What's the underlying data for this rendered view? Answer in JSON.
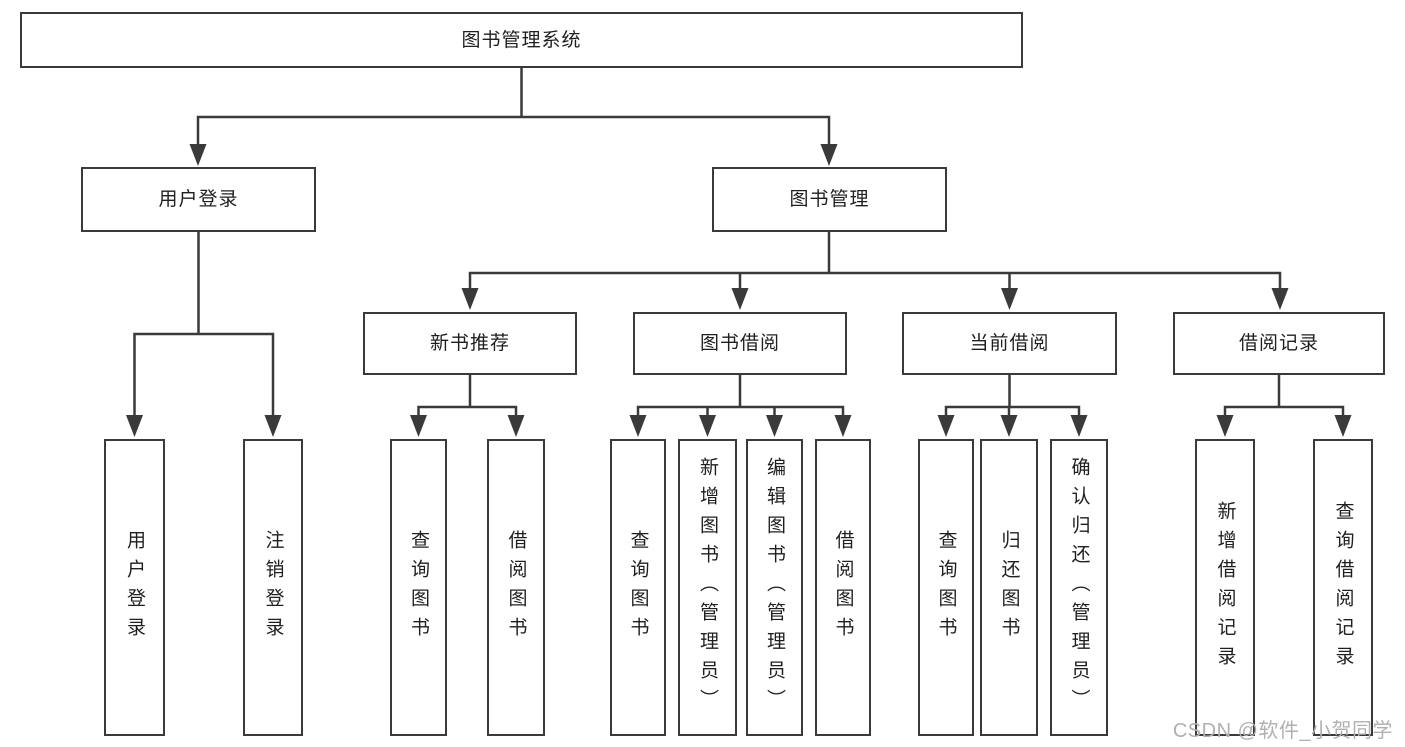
{
  "diagram": {
    "title": "图书管理系统",
    "colors": {
      "line": "#3a3a3a",
      "box_border": "#3a3a3a",
      "box_fill": "#ffffff",
      "text": "#1f1f1f",
      "background": "#ffffff",
      "watermark": "#b0b0b0"
    },
    "nodes": {
      "root": "图书管理系统",
      "user_login": "用户登录",
      "book_management": "图书管理",
      "new_book_recommend": "新书推荐",
      "book_borrowing": "图书借阅",
      "current_borrowing": "当前借阅",
      "borrowing_records": "借阅记录",
      "user_login_leaf": "用户登录",
      "logout": "注销登录",
      "query_books_recommend": "查询图书",
      "borrow_books_recommend": "借阅图书",
      "query_books_borrowing": "查询图书",
      "add_books_admin": "新增图书（管理员）",
      "edit_books_admin": "编辑图书（管理员）",
      "borrow_books_borrowing": "借阅图书",
      "query_books_current": "查询图书",
      "return_books": "归还图书",
      "confirm_return_admin": "确认归还（管理员）",
      "add_borrow_record": "新增借阅记录",
      "query_borrow_record": "查询借阅记录"
    },
    "watermark": "CSDN @软件_小贺同学"
  }
}
